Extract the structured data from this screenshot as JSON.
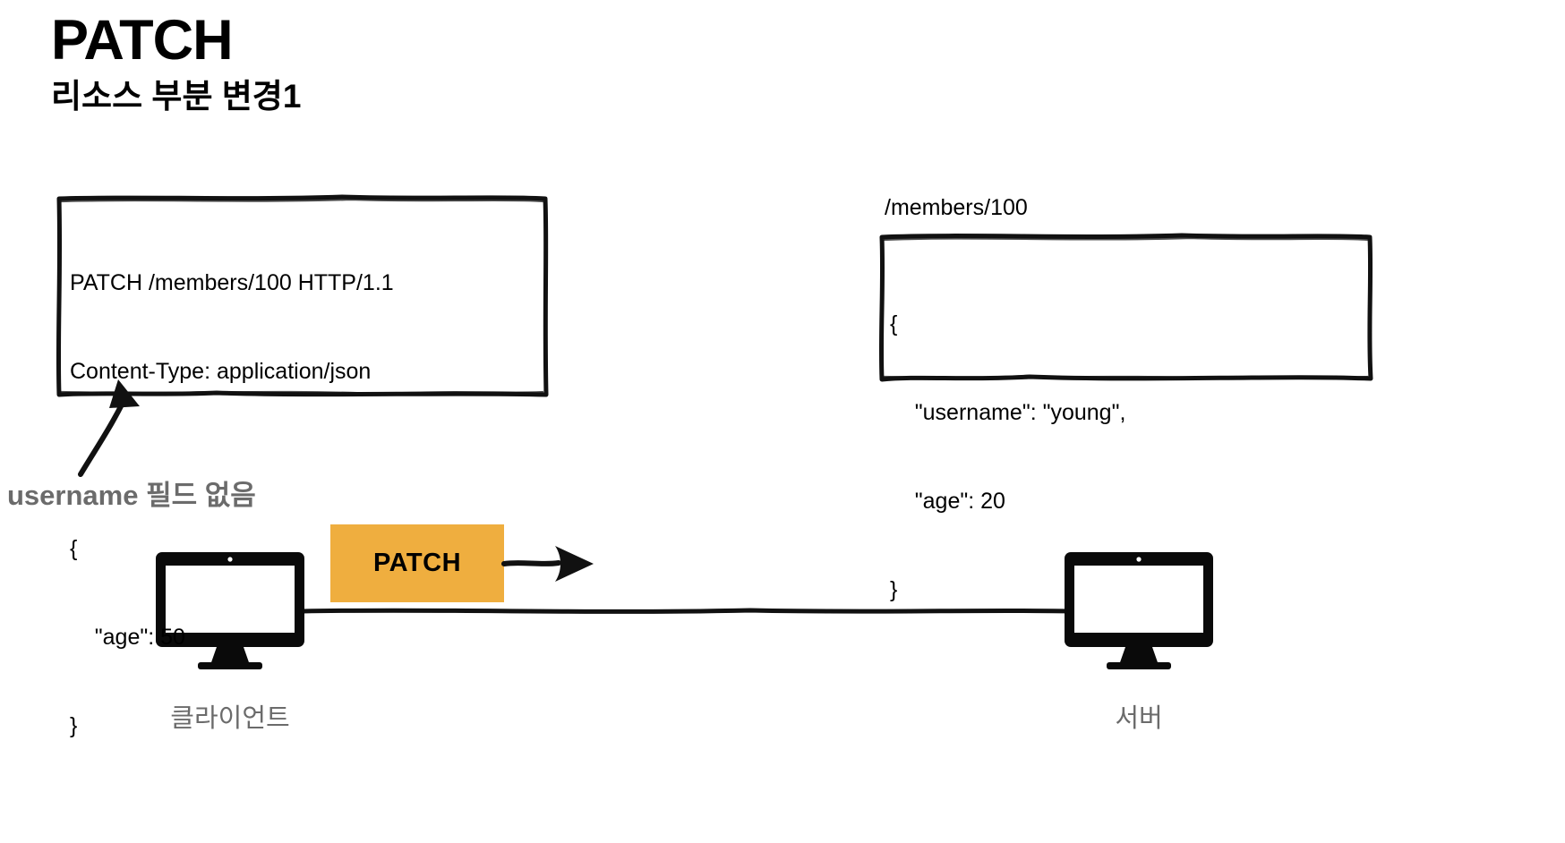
{
  "title": {
    "main": "PATCH",
    "subtitle": "리소스 부분 변경1"
  },
  "request_box": {
    "name": "http-request-message",
    "lines": [
      "PATCH /members/100 HTTP/1.1",
      "Content-Type: application/json",
      "",
      "{",
      "    \"age\": 50",
      "}"
    ]
  },
  "resource": {
    "url_label": "/members/100",
    "lines": [
      "{",
      "    \"username\": \"young\",",
      "    \"age\": 20",
      "}"
    ]
  },
  "annotation": {
    "text": "username 필드 없음"
  },
  "flow": {
    "method_chip_label": "PATCH",
    "chip_color": "#efae3f",
    "client_label": "클라이언트",
    "server_label": "서버"
  },
  "colors": {
    "accent_orange": "#efae3f",
    "ink": "#000000",
    "muted_text": "#6b6b6b"
  },
  "icons": {
    "client": "monitor-icon",
    "server": "monitor-icon",
    "annotation_pointer": "arrow-icon",
    "request_direction": "arrow-right-icon"
  }
}
